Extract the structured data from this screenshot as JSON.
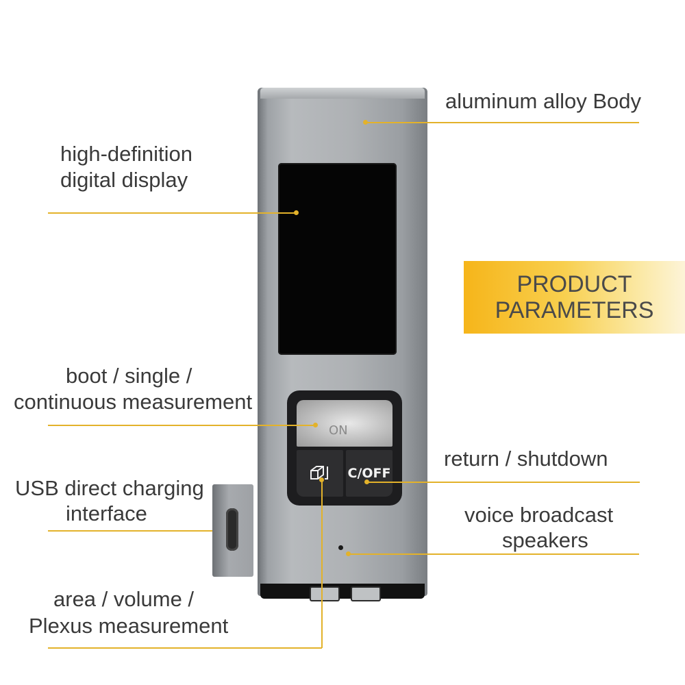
{
  "banner": {
    "line1": "PRODUCT",
    "line2": "PARAMETERS"
  },
  "labels": {
    "body": "aluminum alloy Body",
    "display_1": "high-definition",
    "display_2": "digital display",
    "measure_1": "boot / single /",
    "measure_2": "continuous measurement",
    "usb_1": "USB direct charging",
    "usb_2": "interface",
    "area_1": "area / volume /",
    "area_2": "Plexus measurement",
    "return": "return / shutdown",
    "speaker_1": "voice broadcast",
    "speaker_2": "speakers"
  },
  "device": {
    "on_button": "ON",
    "off_button": "C/OFF",
    "area_button_icon": "area-volume-icon"
  },
  "colors": {
    "accent": "#e3b22a",
    "banner_start": "#f6b51a",
    "body": "#aeb1b4"
  }
}
